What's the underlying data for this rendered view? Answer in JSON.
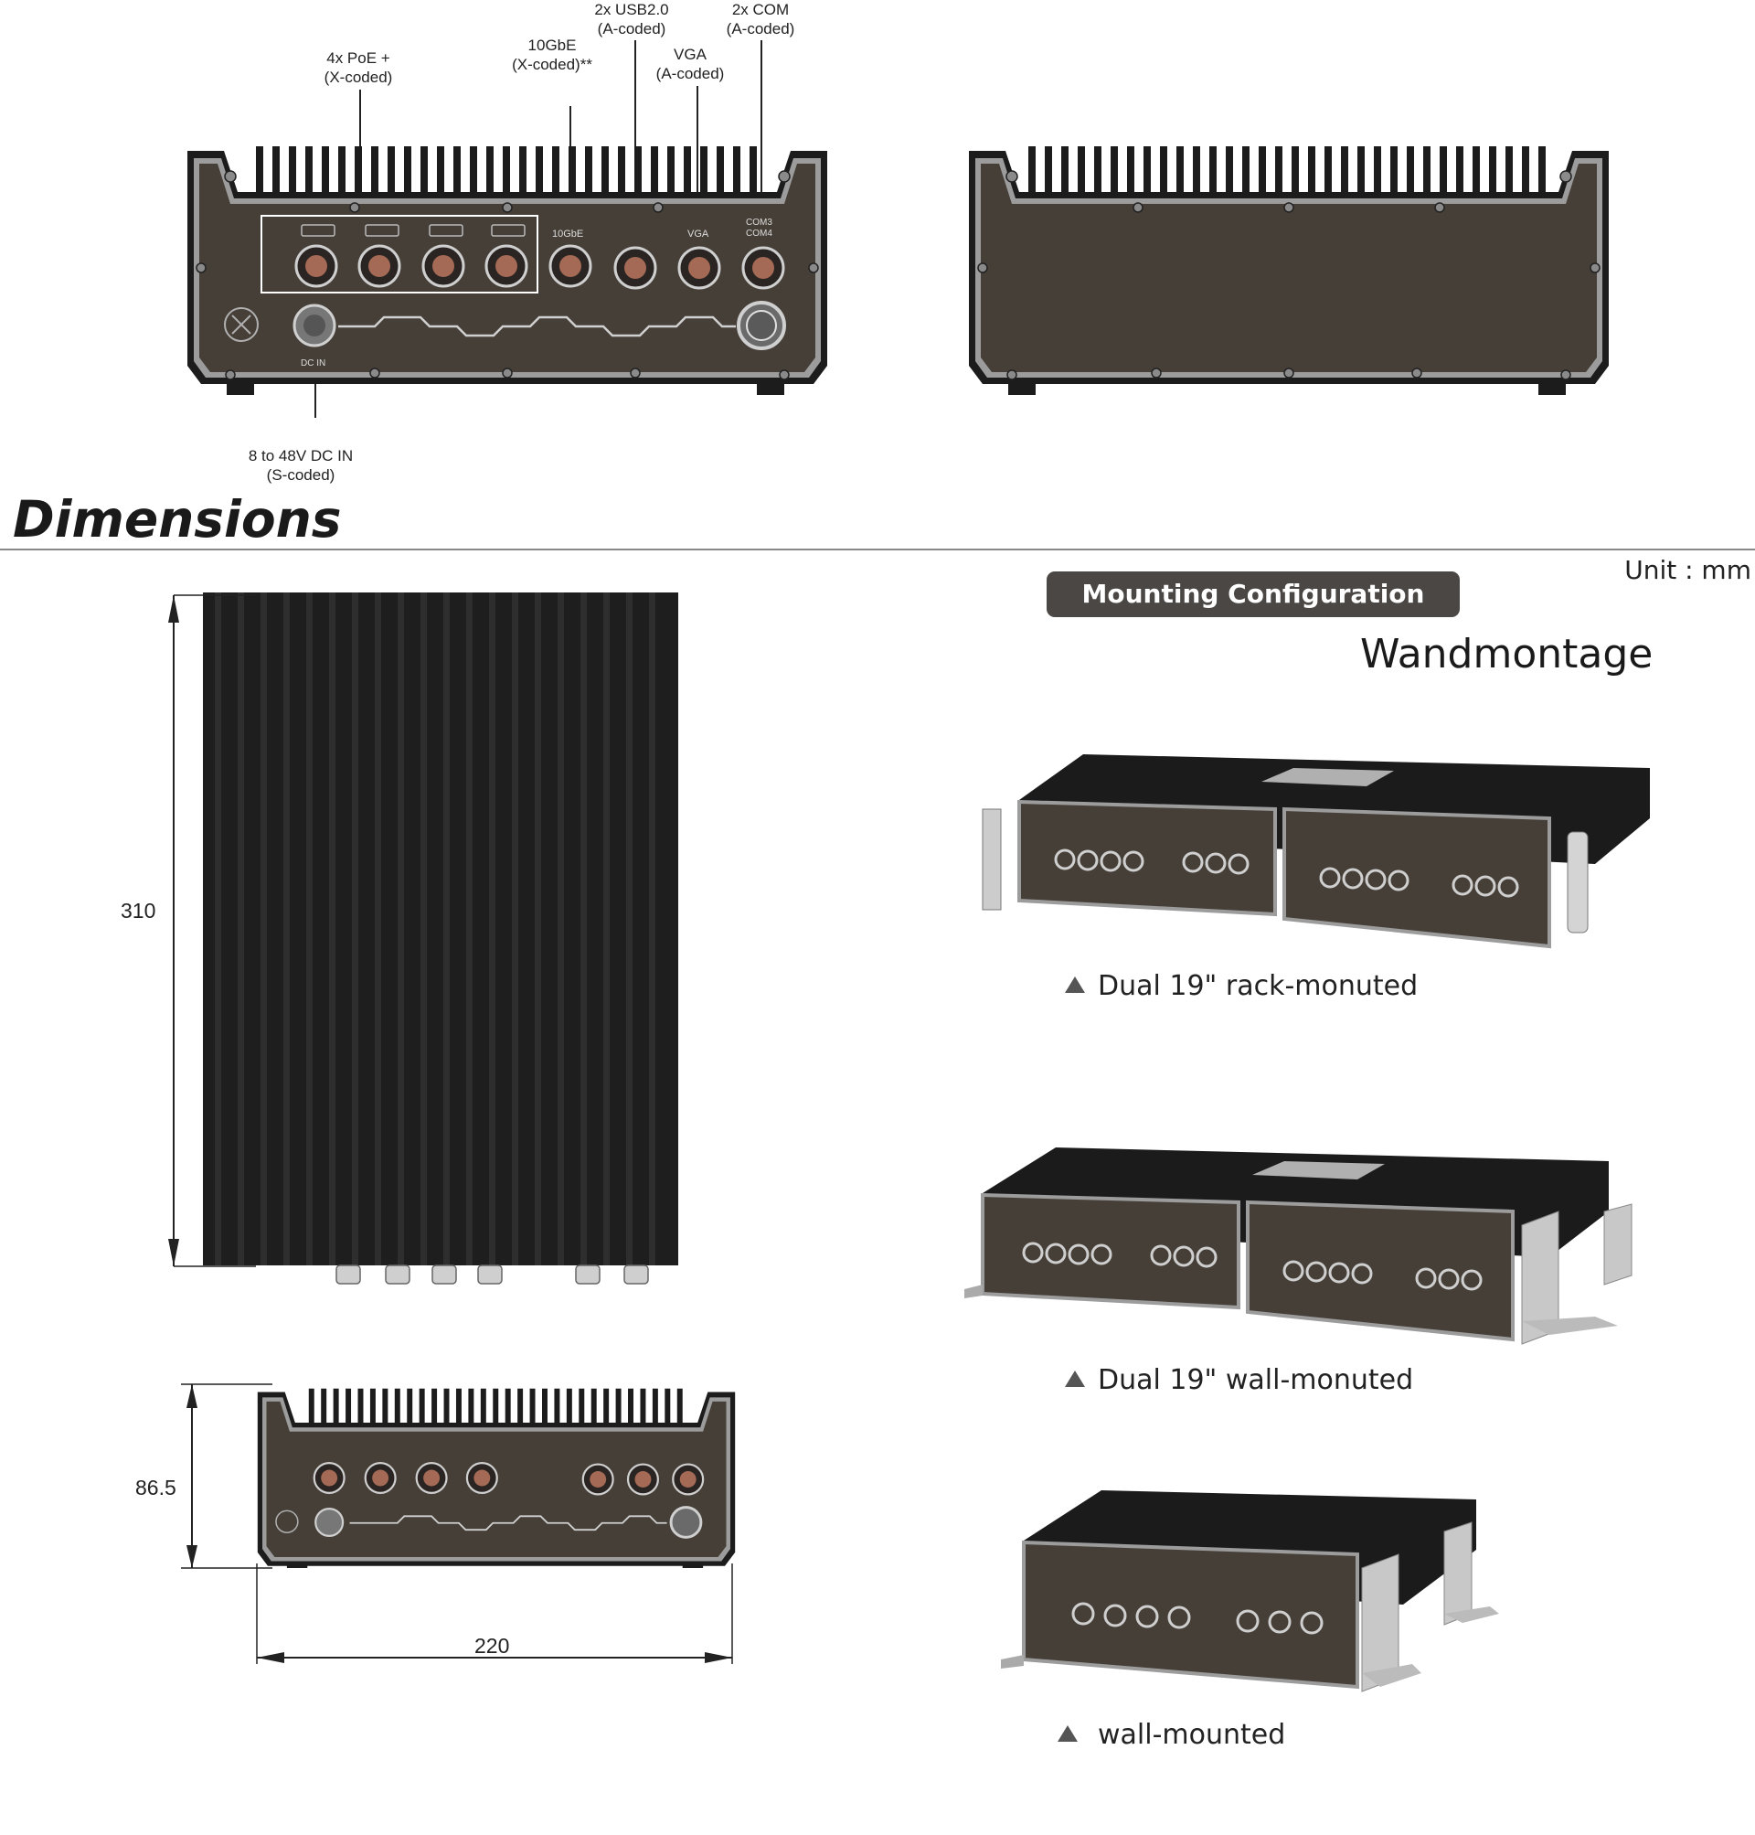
{
  "front_panel": {
    "callouts": {
      "poe": [
        "4x PoE +",
        "(X-coded)"
      ],
      "tengbe": [
        "10GbE",
        "(X-coded)**"
      ],
      "usb": [
        "2x USB2.0",
        "(A-coded)"
      ],
      "vga": [
        "VGA",
        "(A-coded)"
      ],
      "com": [
        "2x COM",
        "(A-coded)"
      ],
      "dcin": [
        "8 to 48V DC IN",
        "(S-coded)"
      ]
    },
    "panel_labels": {
      "tengbe": "10GbE",
      "vga": "VGA",
      "com": "COM3\nCOM4",
      "dcin": "DC IN"
    }
  },
  "dimensions": {
    "title": "Dimensions",
    "unit": "Unit : mm",
    "height_top_view": "310",
    "height_front_view": "86.5",
    "width": "220"
  },
  "mounting": {
    "header": "Mounting Configuration",
    "subtitle": "Wandmontage",
    "captions": [
      "Dual 19\" rack-monuted",
      "Dual 19\" wall-monuted",
      "wall-mounted"
    ]
  },
  "colors": {
    "panel": "#463f38",
    "heatsink": "#1c1c1c",
    "frame": "#9c9c9c",
    "header_badge": "#4a4744"
  }
}
